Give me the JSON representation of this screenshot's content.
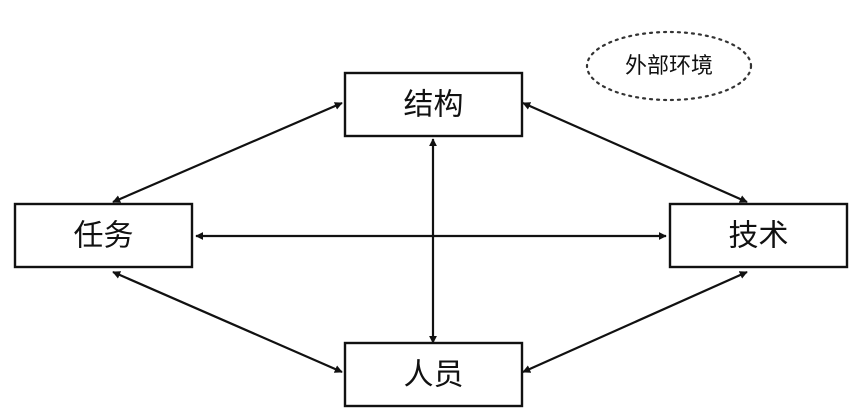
{
  "diagram": {
    "nodes": {
      "structure": "结构",
      "task": "任务",
      "technology": "技术",
      "people": "人员"
    },
    "environment_label": "外部环境",
    "connections": [
      {
        "from": "结构",
        "to": "任务",
        "direction": "both"
      },
      {
        "from": "结构",
        "to": "技术",
        "direction": "both"
      },
      {
        "from": "结构",
        "to": "人员",
        "direction": "both"
      },
      {
        "from": "任务",
        "to": "技术",
        "direction": "both"
      },
      {
        "from": "任务",
        "to": "人员",
        "direction": "both"
      },
      {
        "from": "技术",
        "to": "人员",
        "direction": "both"
      }
    ],
    "colors": {
      "line": "#111111",
      "box_fill": "#ffffff",
      "background": "#ffffff"
    }
  }
}
